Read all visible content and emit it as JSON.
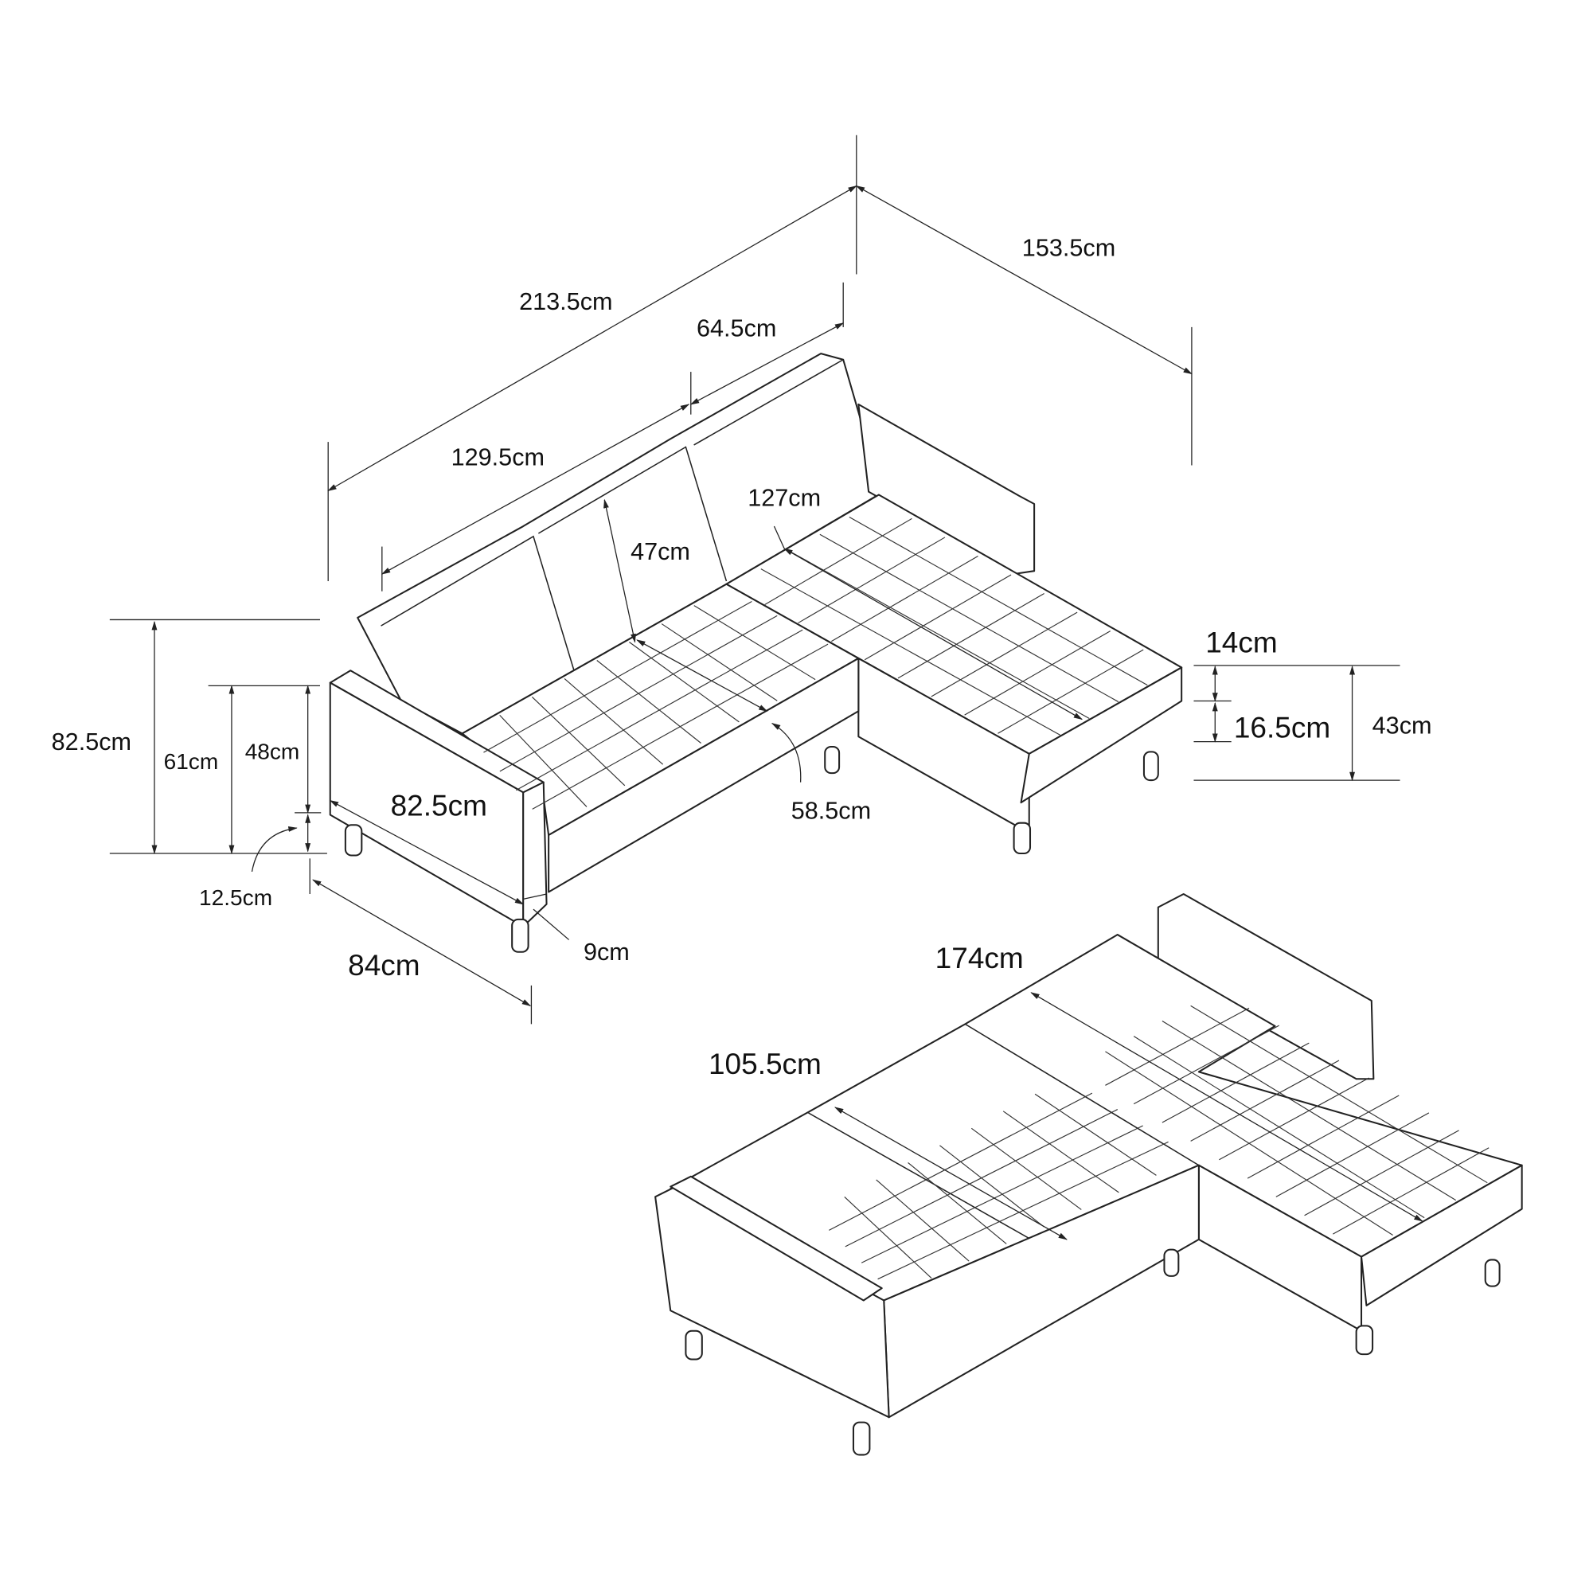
{
  "title": "Sectional sofa bed dimensions",
  "labels": {
    "total_width": "213.5cm",
    "chaise_depth_total": "153.5cm",
    "chaise_width": "64.5cm",
    "sofa_inner_width": "129.5cm",
    "chaise_seat_length": "127cm",
    "back_height": "47cm",
    "cushion_thickness": "14cm",
    "base_height": "16.5cm",
    "seat_height": "43cm",
    "overall_height": "82.5cm",
    "arm_height": "61cm",
    "seat_floor_height": "48cm",
    "arm_length": "82.5cm",
    "seat_depth": "58.5cm",
    "leg_height": "12.5cm",
    "arm_width": "9cm",
    "overall_depth": "84cm",
    "bed_length": "174cm",
    "bed_width": "105.5cm"
  }
}
